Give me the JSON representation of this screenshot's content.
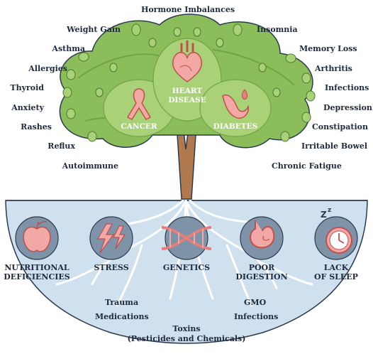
{
  "leaves_left": [
    "Weight Gain",
    "Asthma",
    "Allergies",
    "Thyroid",
    "Anxiety",
    "Rashes",
    "Reflux",
    "Autoimmune"
  ],
  "leaves_right": [
    "Insomnia",
    "Memory Loss",
    "Arthritis",
    "Infections",
    "Depression",
    "Constipation",
    "Irritable Bowel",
    "Chronic Fatigue"
  ],
  "leaves_top": "Hormone Imbalances",
  "canopy": {
    "cancer": "CANCER",
    "heart_disease": [
      "HEART",
      "DISEASE"
    ],
    "diabetes": "DIABETES"
  },
  "roots": {
    "nutritional": [
      "NUTRITIONAL",
      "DEFICIENCIES"
    ],
    "stress": "STRESS",
    "genetics": "GENETICS",
    "digestion": [
      "POOR",
      "DIGESTION"
    ],
    "sleep": [
      "LACK",
      "OF SLEEP"
    ]
  },
  "root_texts": {
    "trauma": "Trauma",
    "medications": "Medications",
    "gmo": "GMO",
    "infections": "Infections",
    "toxins": "Toxins",
    "toxins_detail": "(Pesticides and Chemicals)"
  },
  "colors": {
    "tree_green": "#8bbd5a",
    "tree_green_dark": "#6fa346",
    "tree_light": "#a9d178",
    "trunk": "#b07a4e",
    "soil": "#cddfef",
    "icon_pink": "#f2a9a5",
    "icon_pink_dark": "#e57f7b",
    "text_dark": "#1f2a3d"
  }
}
